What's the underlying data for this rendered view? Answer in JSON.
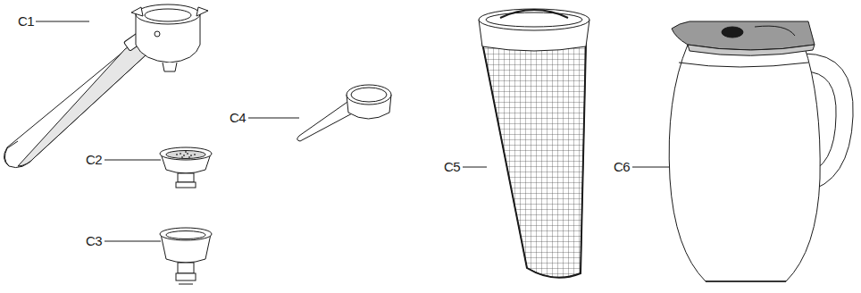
{
  "diagram": {
    "labels": [
      "C1",
      "C2",
      "C3",
      "C4",
      "C5",
      "C6"
    ]
  }
}
